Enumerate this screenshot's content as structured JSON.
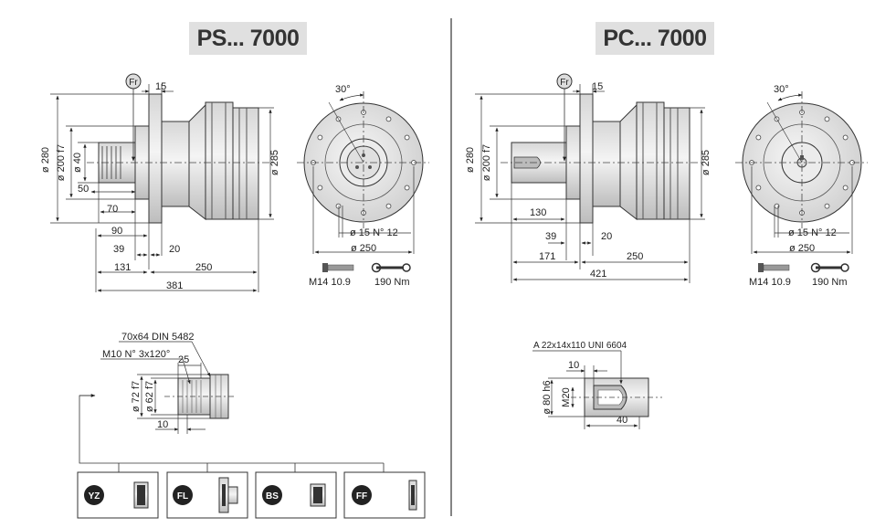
{
  "left": {
    "title": "PS... 7000",
    "main": {
      "fr": "Fr",
      "d15": "15",
      "d280": "ø 280",
      "d200": "ø 200 f7",
      "d40": "ø 40",
      "d50": "50",
      "d70": "70",
      "d90": "90",
      "d39": "39",
      "d20": "20",
      "d131": "131",
      "d250": "250",
      "d381": "381",
      "d285": "ø 285"
    },
    "front": {
      "angle": "30°",
      "holes": "ø 15 N° 12",
      "pcd": "ø 250",
      "bolt": "M14 10.9",
      "torque": "190 Nm"
    },
    "shaft": {
      "spline": "70x64 DIN 5482",
      "thread": "M10 N° 3x120°",
      "d25": "25",
      "d72": "ø 72 f7",
      "d62": "ø 62 f7",
      "d10": "10"
    },
    "options": [
      {
        "code": "YZ"
      },
      {
        "code": "FL"
      },
      {
        "code": "BS"
      },
      {
        "code": "FF"
      }
    ]
  },
  "right": {
    "title": "PC... 7000",
    "main": {
      "fr": "Fr",
      "d15": "15",
      "d280": "ø 280",
      "d200": "ø 200 f7",
      "d130": "130",
      "d39": "39",
      "d20": "20",
      "d171": "171",
      "d250": "250",
      "d421": "421",
      "d285": "ø 285"
    },
    "front": {
      "angle": "30°",
      "holes": "ø 15 N° 12",
      "pcd": "ø 250",
      "bolt": "M14 10.9",
      "torque": "190 Nm"
    },
    "shaft": {
      "key": "A 22x14x110 UNI 6604",
      "d10": "10",
      "d80": "ø 80 h6",
      "m20": "M20",
      "d40": "40"
    }
  }
}
